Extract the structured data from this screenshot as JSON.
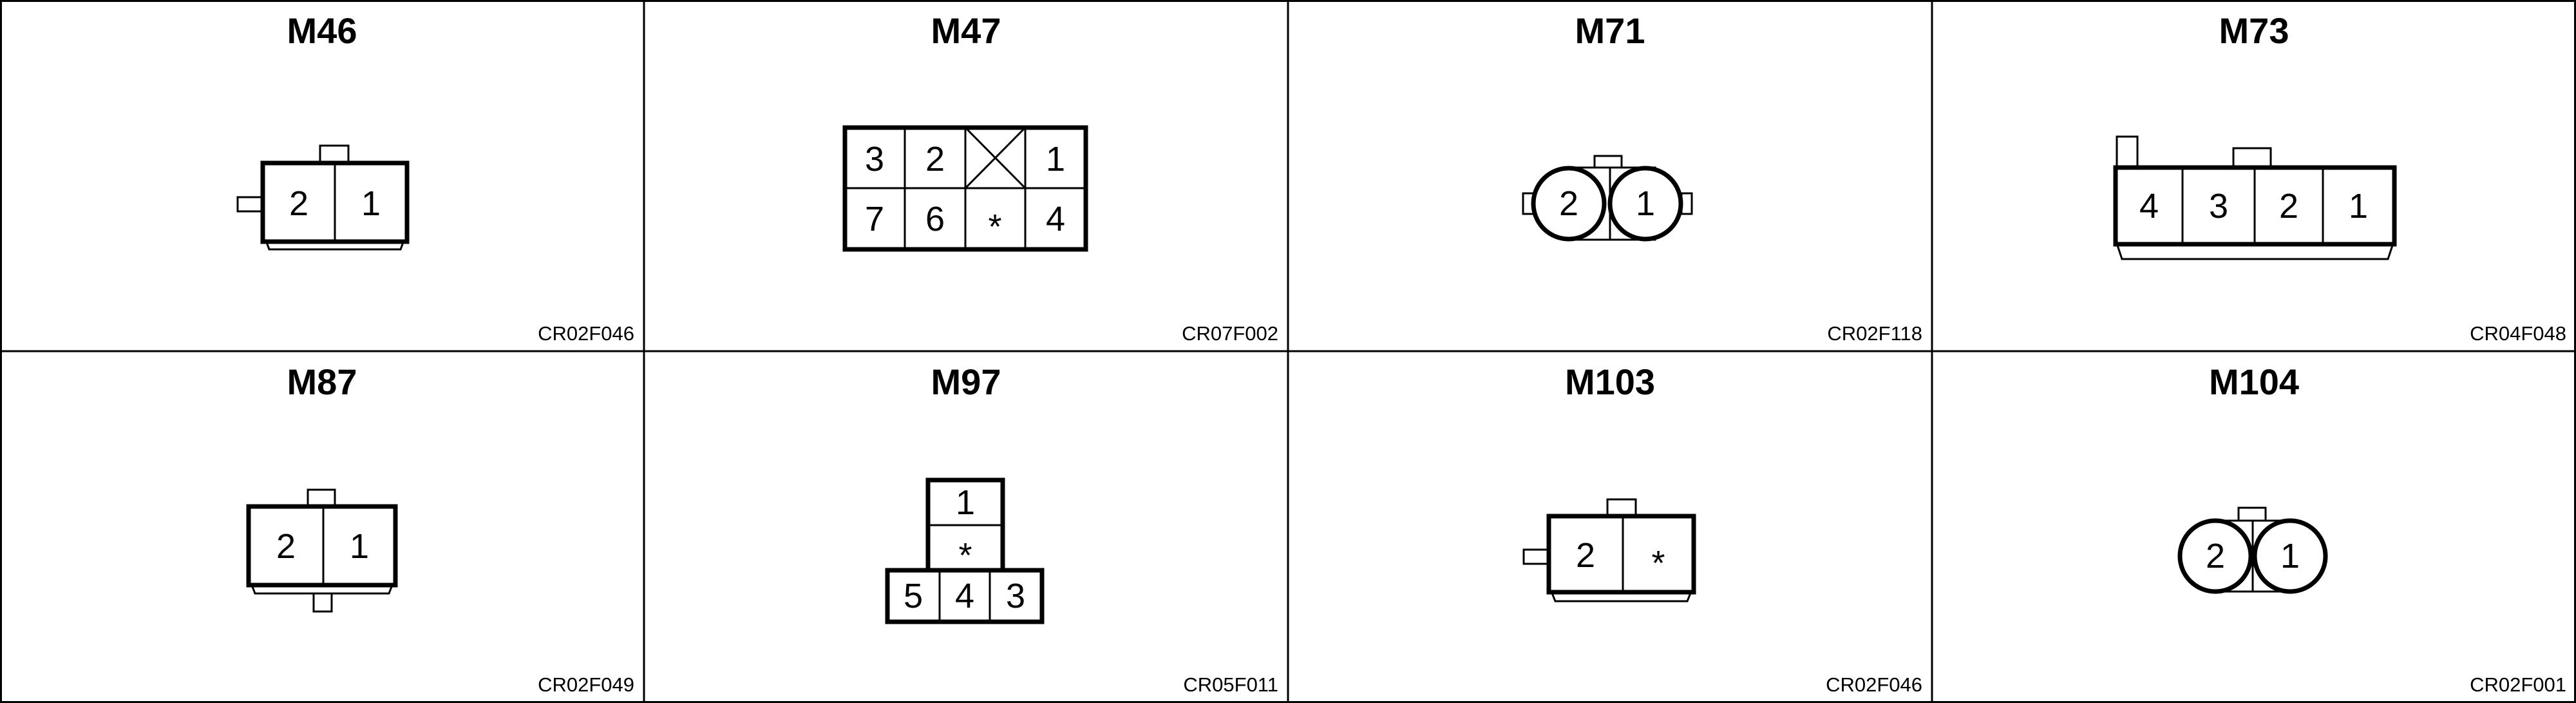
{
  "connectors": [
    {
      "name": "M46",
      "code": "CR02F046",
      "pins": [
        "2",
        "1"
      ]
    },
    {
      "name": "M47",
      "code": "CR07F002",
      "pins": [
        "3",
        "2",
        "1",
        "7",
        "6",
        "*",
        "4"
      ]
    },
    {
      "name": "M71",
      "code": "CR02F118",
      "pins": [
        "2",
        "1"
      ]
    },
    {
      "name": "M73",
      "code": "CR04F048",
      "pins": [
        "4",
        "3",
        "2",
        "1"
      ]
    },
    {
      "name": "M87",
      "code": "CR02F049",
      "pins": [
        "2",
        "1"
      ]
    },
    {
      "name": "M97",
      "code": "CR05F011",
      "pins": [
        "1",
        "*",
        "5",
        "4",
        "3"
      ]
    },
    {
      "name": "M103",
      "code": "CR02F046",
      "pins": [
        "2",
        "*"
      ]
    },
    {
      "name": "M104",
      "code": "CR02F001",
      "pins": [
        "2",
        "1"
      ]
    }
  ]
}
